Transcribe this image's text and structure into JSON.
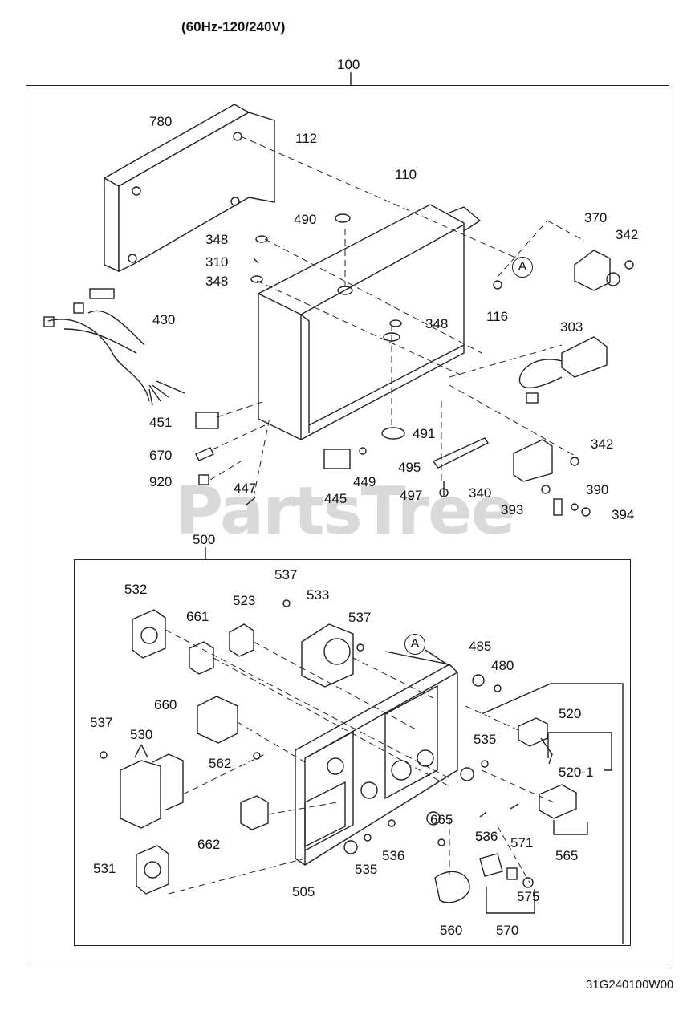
{
  "header": "(60Hz-120/240V)",
  "assembly_top": "100",
  "assembly_bottom": "500",
  "watermark": "PartsTree",
  "diagram_code": "31G240100W00",
  "ref_marker": "A",
  "labels": {
    "p780": "780",
    "p112": "112",
    "p110": "110",
    "p490": "490",
    "p348a": "348",
    "p310": "310",
    "p348b": "348",
    "p348c": "348",
    "p116": "116",
    "p370": "370",
    "p342a": "342",
    "p303": "303",
    "p430": "430",
    "p451": "451",
    "p670": "670",
    "p920": "920",
    "p447": "447",
    "p445": "445",
    "p449": "449",
    "p491": "491",
    "p495": "495",
    "p497": "497",
    "p340": "340",
    "p342b": "342",
    "p390": "390",
    "p393": "393",
    "p394": "394",
    "p532": "532",
    "p661": "661",
    "p523": "523",
    "p537a": "537",
    "p533": "533",
    "p537b": "537",
    "p485": "485",
    "p480": "480",
    "p660": "660",
    "p537c": "537",
    "p530": "530",
    "p562": "562",
    "p520": "520",
    "p520_1": "520-1",
    "p535a": "535",
    "p665": "665",
    "p536a": "536",
    "p571": "571",
    "p662": "662",
    "p565": "565",
    "p531": "531",
    "p535b": "535",
    "p536b": "536",
    "p505": "505",
    "p575": "575",
    "p560": "560",
    "p570": "570"
  }
}
